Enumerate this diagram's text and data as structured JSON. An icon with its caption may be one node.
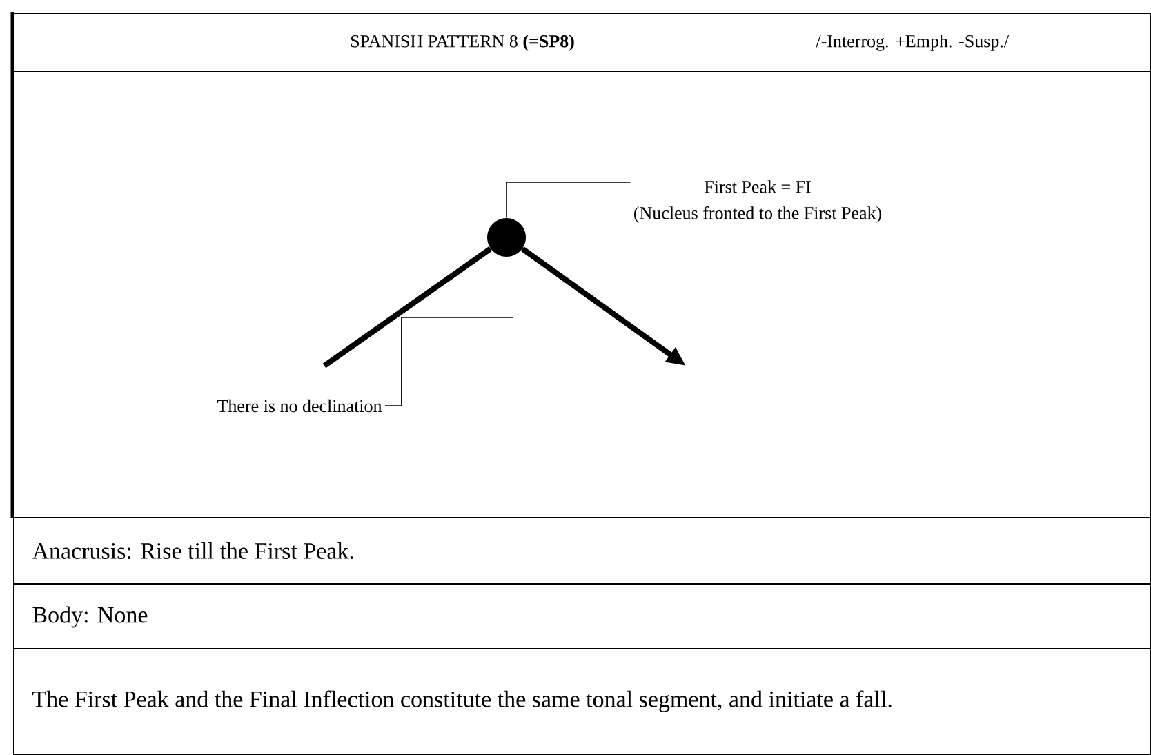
{
  "diagram": {
    "title": "SPANISH PATTERN 8 **(=SP8)**",
    "nodes": [
      {
        "text": [],
        "shape": "circle"
      },
      {
        "text": [
          "First Peak = FI",
          "(Nucleus fronted to the First Peak)"
        ]
      },
      {
        "text": [
          "There is no declination"
        ]
      }
    ],
    "edges": [
      {
        "from": null,
        "to": 0,
        "arrow": "none",
        "style": "thick"
      },
      {
        "from": 0,
        "to": null,
        "arrow": "to",
        "style": "thick"
      },
      {
        "from": 1,
        "to": 0,
        "arrow": "none"
      },
      {
        "from": 2,
        "to": null,
        "arrow": "none"
      }
    ],
    "labels": [
      "/-Interrog. +Emph. -Susp./",
      "Anacrusis: Rise till the First Peak.",
      "Body: None",
      "The First Peak and the Final Inflection constitute the same tonal segment, and initiate a fall."
    ]
  }
}
